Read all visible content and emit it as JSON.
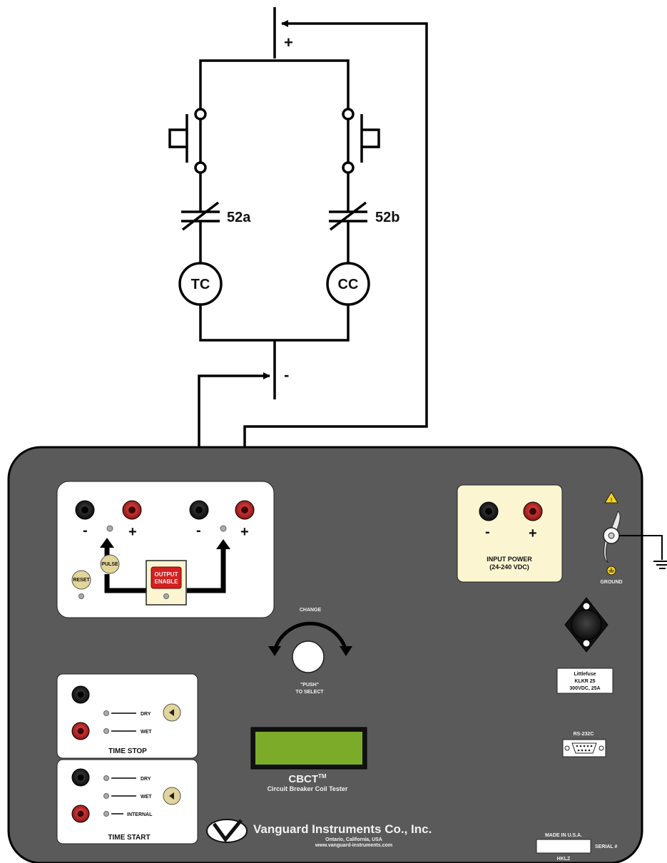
{
  "circuit": {
    "plus": "+",
    "minus": "-",
    "contact_a": "52a",
    "contact_b": "52b",
    "coil_trip": "TC",
    "coil_close": "CC"
  },
  "panel": {
    "output": {
      "minus_1": "-",
      "plus_1": "+",
      "minus_2": "-",
      "plus_2": "+",
      "pulse": "PULSE",
      "reset": "RESET",
      "enable_line1": "OUTPUT",
      "enable_line2": "ENABLE"
    },
    "input_power": {
      "minus": "-",
      "plus": "+",
      "title": "INPUT POWER",
      "range": "(24-240 VDC)"
    },
    "ground": {
      "label": "GROUND",
      "warning": "!"
    },
    "fuse": {
      "line1": "Littlefuse",
      "line2": "KLKR 25",
      "line3": "300VDC, 25A"
    },
    "rs232": "RS-232C",
    "knob": {
      "change": "CHANGE",
      "push": "\"PUSH\"",
      "select": "TO SELECT"
    },
    "product": {
      "name": "CBCT",
      "tm": "TM",
      "subtitle": "Circuit Breaker Coil Tester"
    },
    "time_stop": {
      "title": "TIME STOP",
      "dry": "DRY",
      "wet": "WET"
    },
    "time_start": {
      "title": "TIME START",
      "dry": "DRY",
      "wet": "WET",
      "internal": "INTERNAL"
    },
    "company": {
      "name": "Vanguard Instruments Co., Inc.",
      "location": "Ontario, California, USA",
      "web": "www.vanguard-instruments.com"
    },
    "made_in": "MADE IN U.S.A.",
    "serial": "SERIAL #",
    "model_code": "HKLZ"
  },
  "colors": {
    "panel": "#5a5a5a",
    "panel_edge": "#000000",
    "jack_red": "#c0262a",
    "jack_black": "#1a1a1a",
    "button": "#e2d59a",
    "output_enable": "#d42020",
    "lcd": "#7cab2a",
    "power_box": "#fbf6d1"
  }
}
